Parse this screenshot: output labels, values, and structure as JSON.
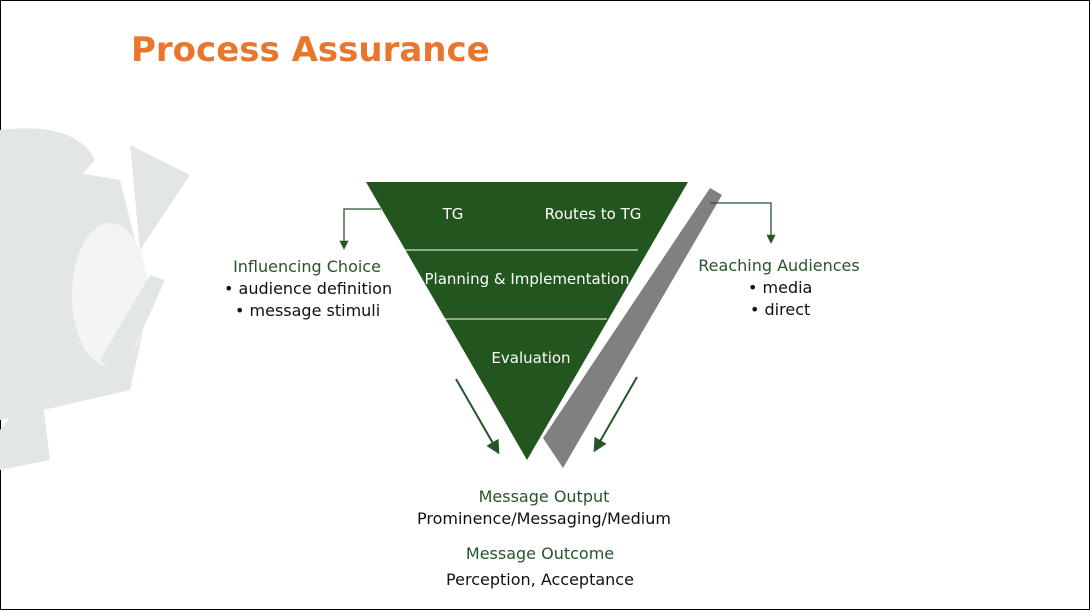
{
  "title": "Process Assurance",
  "colors": {
    "title": "#e8762d",
    "triangle": "#23561f",
    "shadow": "#808080",
    "heading": "#27552a",
    "watermark": "#e3e7e4"
  },
  "triangle": {
    "top_left": "TG",
    "top_right": "Routes to TG",
    "middle": "Planning & Implementation",
    "bottom": "Evaluation"
  },
  "left_block": {
    "heading": "Influencing Choice",
    "items": [
      "• audience definition",
      "• message stimuli"
    ]
  },
  "right_block": {
    "heading": "Reaching Audiences",
    "items": [
      "• media",
      "• direct"
    ]
  },
  "bottom_block": {
    "output_heading": "Message Output",
    "output_text": "Prominence/Messaging/Medium",
    "outcome_heading": "Message Outcome",
    "outcome_text": "Perception, Acceptance"
  }
}
